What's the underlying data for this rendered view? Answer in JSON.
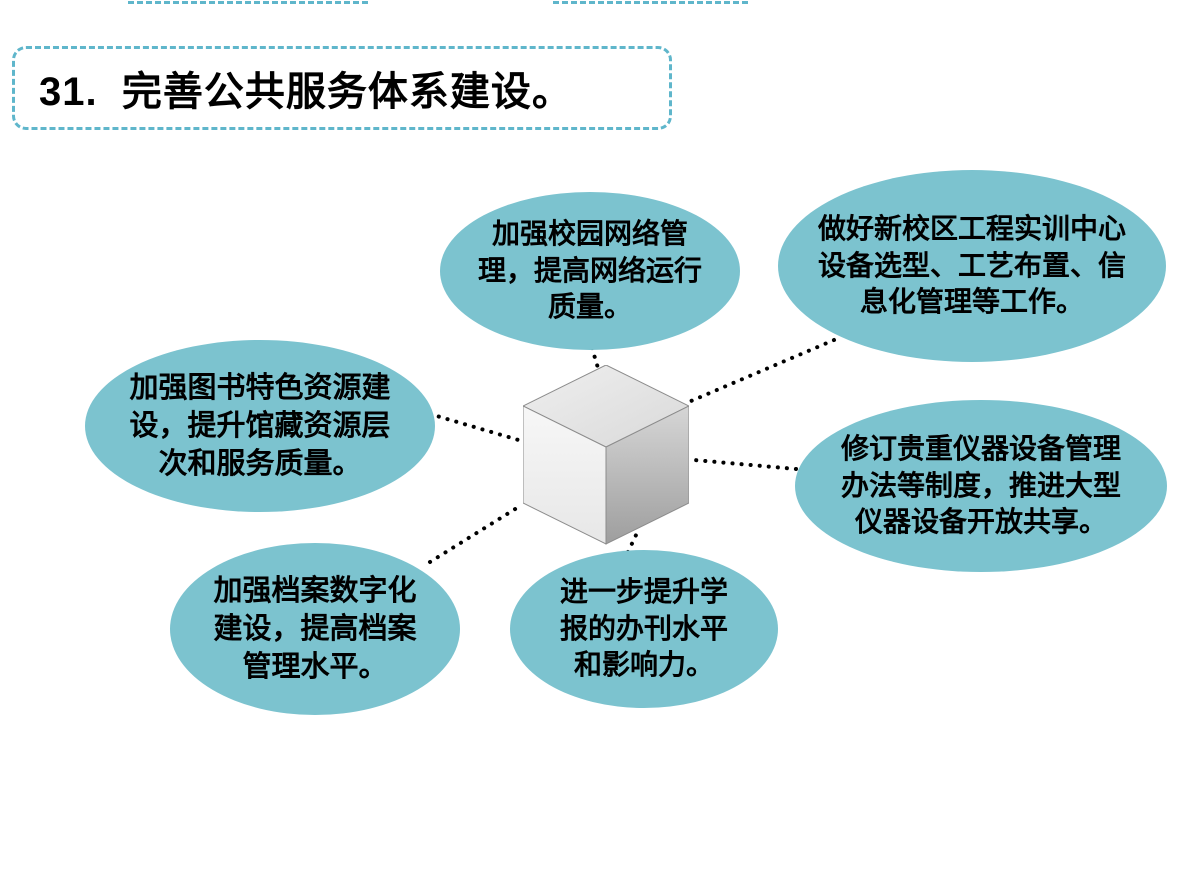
{
  "page": {
    "background_color": "#ffffff",
    "accent_dash_color": "#5fb6cb",
    "bubble_fill_color": "#7cc3cf",
    "connector_color": "#000000",
    "cube_colors": {
      "top": "#e4e4e4",
      "left": "#f4f4f4",
      "right_top": "#d6d6d6",
      "right_bottom": "#a0a0a0"
    }
  },
  "title": {
    "full": "31.  完善公共服务体系建设。"
  },
  "diagram": {
    "center_shape": "cube",
    "bubbles": [
      {
        "id": "campus-network",
        "text": "加强校园网络管\n理，提高网络运行\n质量。"
      },
      {
        "id": "training-center",
        "text": "做好新校区工程实训中心\n设备选型、工艺布置、信\n息化管理等工作。"
      },
      {
        "id": "library-resources",
        "text": "加强图书特色资源建\n设，提升馆藏资源层\n次和服务质量。"
      },
      {
        "id": "equipment-sharing",
        "text": "修订贵重仪器设备管理\n办法等制度，推进大型\n仪器设备开放共享。"
      },
      {
        "id": "archives",
        "text": "加强档案数字化\n建设，提高档案\n管理水平。"
      },
      {
        "id": "journal",
        "text": "进一步提升学\n报的办刊水平\n和影响力。"
      }
    ]
  }
}
